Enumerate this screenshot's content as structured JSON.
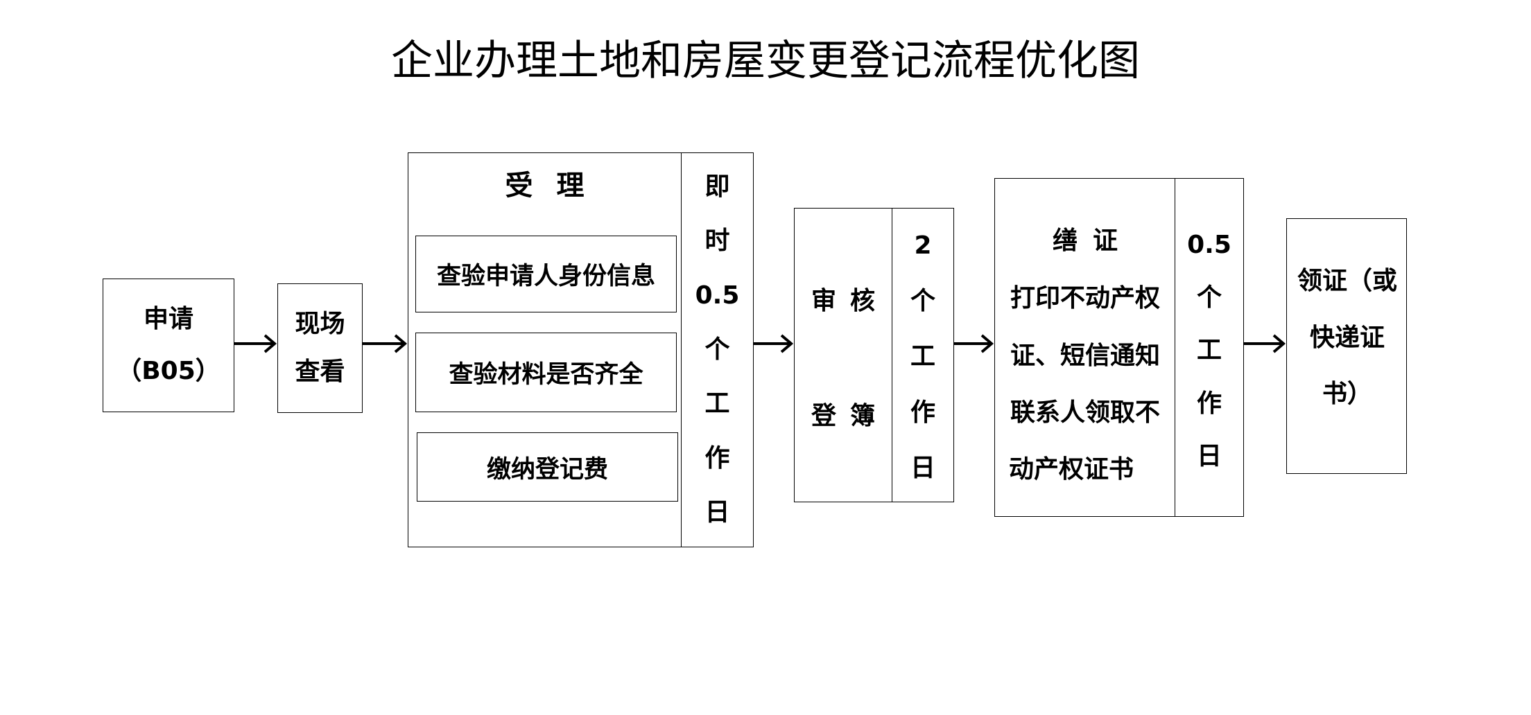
{
  "title": "企业办理土地和房屋变更登记流程优化图",
  "steps": {
    "apply": {
      "line1": "申请",
      "line2": "（B05）"
    },
    "inspect": {
      "line1": "现场",
      "line2": "查看"
    },
    "accept": {
      "heading": "受理",
      "items": [
        "查验申请人身份信息",
        "查验材料是否齐全",
        "缴纳登记费"
      ],
      "duration": [
        "即",
        "时",
        "0.5",
        "个",
        "工",
        "作",
        "日"
      ]
    },
    "review": {
      "line1": "审核",
      "line2": "登簿",
      "duration": [
        "2",
        "个",
        "工",
        "作",
        "日"
      ]
    },
    "certify": {
      "heading": "缮证",
      "lines": [
        "打印不动产权",
        "证、短信通知",
        "联系人领取不",
        "动产权证书"
      ],
      "duration": [
        "0.5",
        "个",
        "工",
        "作",
        "日"
      ]
    },
    "collect": {
      "lines": [
        "领证（或",
        "快递证",
        "书）"
      ]
    }
  }
}
